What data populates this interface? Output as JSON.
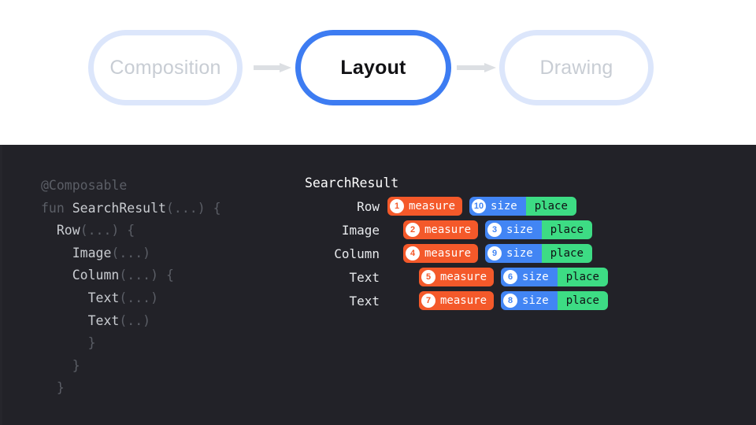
{
  "phases": {
    "items": [
      {
        "label": "Composition",
        "state": "inactive"
      },
      {
        "label": "Layout",
        "state": "active"
      },
      {
        "label": "Drawing",
        "state": "inactive"
      }
    ],
    "arrow_icon": "arrow-right-icon",
    "active_color": "#3d7cf2",
    "inactive_color": "#dce6fb",
    "arrow_color": "#dcdfe3"
  },
  "code": {
    "language": "kotlin",
    "lines": [
      {
        "indent": 0,
        "parts": [
          {
            "t": "@Composable",
            "c": "dim"
          }
        ]
      },
      {
        "indent": 0,
        "parts": [
          {
            "t": "fun ",
            "c": "dim"
          },
          {
            "t": "SearchResult",
            "c": "norm"
          },
          {
            "t": "(...) {",
            "c": "dim"
          }
        ]
      },
      {
        "indent": 1,
        "parts": [
          {
            "t": "Row",
            "c": "norm"
          },
          {
            "t": "(...) {",
            "c": "dim"
          }
        ]
      },
      {
        "indent": 2,
        "parts": [
          {
            "t": "Image",
            "c": "norm"
          },
          {
            "t": "(...)",
            "c": "dim"
          }
        ]
      },
      {
        "indent": 2,
        "parts": [
          {
            "t": "Column",
            "c": "norm"
          },
          {
            "t": "(...) {",
            "c": "dim"
          }
        ]
      },
      {
        "indent": 3,
        "parts": [
          {
            "t": "Text",
            "c": "norm"
          },
          {
            "t": "(...)",
            "c": "dim"
          }
        ]
      },
      {
        "indent": 3,
        "parts": [
          {
            "t": "Text",
            "c": "norm"
          },
          {
            "t": "(..)",
            "c": "dim"
          }
        ]
      },
      {
        "indent": 3,
        "parts": [
          {
            "t": "}",
            "c": "dim"
          }
        ]
      },
      {
        "indent": 2,
        "parts": [
          {
            "t": "}",
            "c": "dim"
          }
        ]
      },
      {
        "indent": 1,
        "parts": [
          {
            "t": "}",
            "c": "dim"
          }
        ]
      }
    ]
  },
  "tree": {
    "title": "SearchResult",
    "colors": {
      "measure": "#f4592a",
      "size": "#4285f4",
      "place": "#3ddc84",
      "background": "#222228"
    },
    "rows": [
      {
        "label": "Row",
        "indent": 0,
        "measure_step": 1,
        "measure_label": "measure",
        "size_step": 10,
        "size_label": "size",
        "place_label": "place"
      },
      {
        "label": "Image",
        "indent": 1,
        "measure_step": 2,
        "measure_label": "measure",
        "size_step": 3,
        "size_label": "size",
        "place_label": "place"
      },
      {
        "label": "Column",
        "indent": 1,
        "measure_step": 4,
        "measure_label": "measure",
        "size_step": 9,
        "size_label": "size",
        "place_label": "place"
      },
      {
        "label": "Text",
        "indent": 2,
        "measure_step": 5,
        "measure_label": "measure",
        "size_step": 6,
        "size_label": "size",
        "place_label": "place"
      },
      {
        "label": "Text",
        "indent": 2,
        "measure_step": 7,
        "measure_label": "measure",
        "size_step": 8,
        "size_label": "size",
        "place_label": "place"
      }
    ]
  }
}
